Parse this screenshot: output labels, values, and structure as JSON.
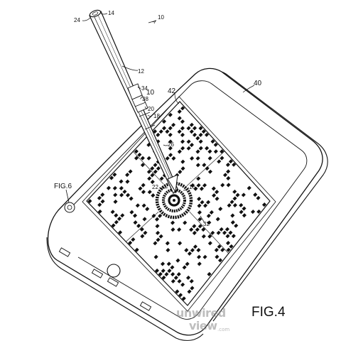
{
  "figure": {
    "caption": "FIG.4",
    "callout_fig6": "FIG.6"
  },
  "reference_numerals": {
    "n10_top": "10",
    "n14": "14",
    "n24": "24",
    "n12": "12",
    "n34": "34",
    "n38": "38",
    "n10_mid": "10",
    "n20": "20",
    "n18": "18",
    "n42": "42",
    "n40": "40",
    "n26": "26",
    "n22": "22",
    "n16": "16",
    "n32": "32"
  },
  "watermark": {
    "line1": "unwired",
    "line2": "view",
    "suffix": ".com"
  },
  "dot_pattern": {
    "seed": 20240611,
    "density": 0.3
  }
}
